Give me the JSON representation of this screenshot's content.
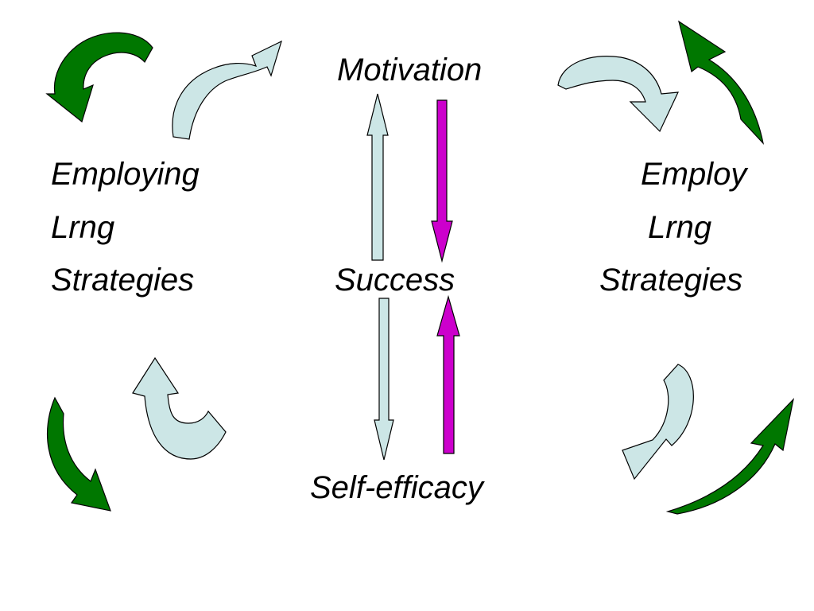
{
  "center": {
    "top_label": "Motivation",
    "middle_label": "Success",
    "bottom_label": "Self-efficacy"
  },
  "left_block": {
    "line1": "Employing",
    "line2": "Lrng",
    "line3": "Strategies"
  },
  "right_block": {
    "line1": "Employ",
    "line2": "Lrng",
    "line3": "Strategies"
  },
  "colors": {
    "dark_green": "#007700",
    "light_blue": "#cce6e6",
    "magenta": "#cc00cc",
    "outline": "#000000",
    "text": "#000000"
  },
  "icons": [
    "curved-arrow-green-top-left",
    "curved-arrow-blue-top-left",
    "curved-arrow-blue-top-right",
    "curved-arrow-green-top-right",
    "curved-arrow-blue-bottom-left",
    "curved-arrow-green-bottom-left",
    "curved-arrow-blue-bottom-right",
    "curved-arrow-green-bottom-right",
    "arrow-up-blue",
    "arrow-down-magenta",
    "arrow-down-blue",
    "arrow-up-magenta"
  ]
}
